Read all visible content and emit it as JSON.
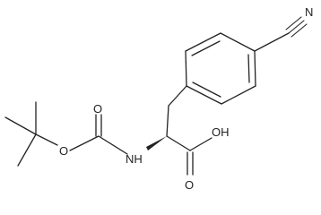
{
  "molecule": {
    "atoms": {
      "nitrile_n": "N",
      "carbamate_o": "O",
      "carbonyl_o_boc": "O",
      "amine_nh": "NH",
      "acid_oh": "OH",
      "acid_o": "O"
    }
  },
  "colors": {
    "bond": "#222222",
    "background": "#ffffff"
  }
}
